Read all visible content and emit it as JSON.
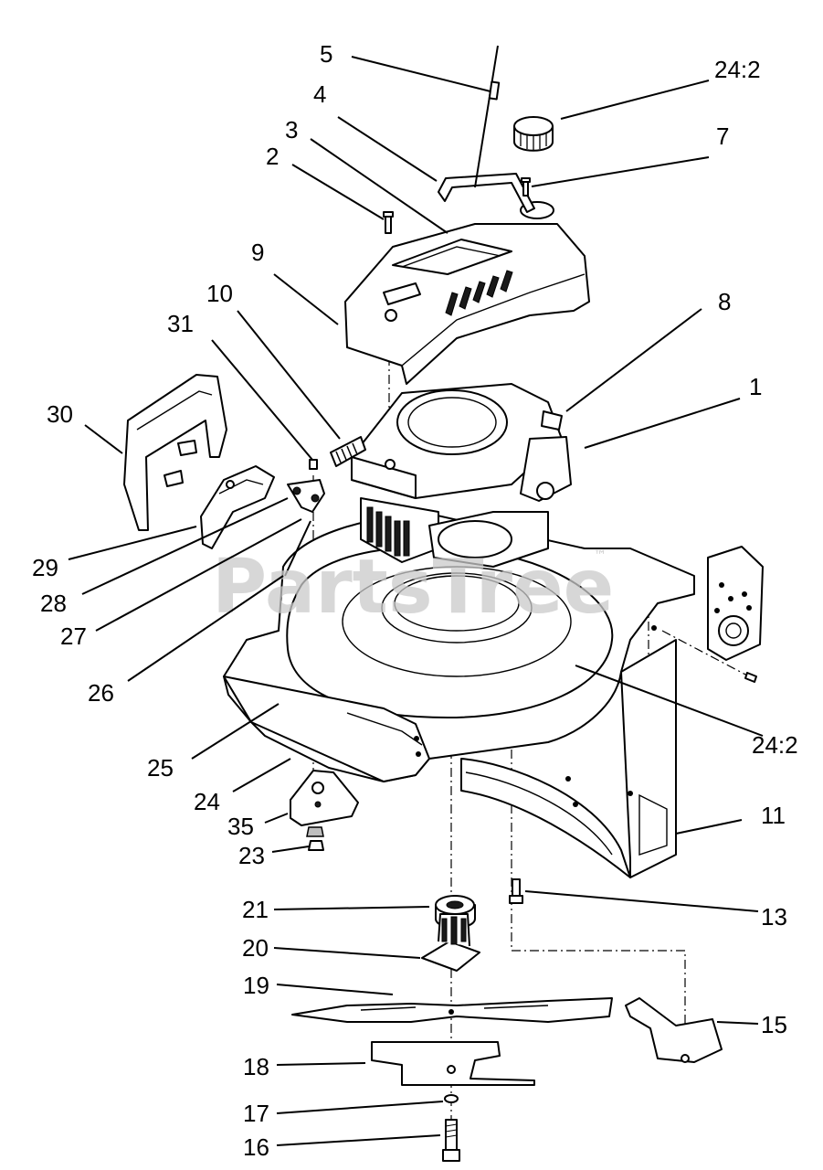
{
  "watermark": {
    "text": "PartsTree",
    "trademark": "™"
  },
  "callouts": [
    {
      "id": "c5",
      "label": "5"
    },
    {
      "id": "c4",
      "label": "4"
    },
    {
      "id": "c3",
      "label": "3"
    },
    {
      "id": "c2",
      "label": "2"
    },
    {
      "id": "c9",
      "label": "9"
    },
    {
      "id": "c24-2-top",
      "label": "24:2"
    },
    {
      "id": "c7",
      "label": "7"
    },
    {
      "id": "c8",
      "label": "8"
    },
    {
      "id": "c1",
      "label": "1"
    },
    {
      "id": "c10",
      "label": "10"
    },
    {
      "id": "c31",
      "label": "31"
    },
    {
      "id": "c30",
      "label": "30"
    },
    {
      "id": "c29",
      "label": "29"
    },
    {
      "id": "c28",
      "label": "28"
    },
    {
      "id": "c27",
      "label": "27"
    },
    {
      "id": "c26",
      "label": "26"
    },
    {
      "id": "c25",
      "label": "25"
    },
    {
      "id": "c24",
      "label": "24"
    },
    {
      "id": "c24-2-right",
      "label": "24:2"
    },
    {
      "id": "c35",
      "label": "35"
    },
    {
      "id": "c23",
      "label": "23"
    },
    {
      "id": "c11",
      "label": "11"
    },
    {
      "id": "c13",
      "label": "13"
    },
    {
      "id": "c21",
      "label": "21"
    },
    {
      "id": "c20",
      "label": "20"
    },
    {
      "id": "c19",
      "label": "19"
    },
    {
      "id": "c15",
      "label": "15"
    },
    {
      "id": "c18",
      "label": "18"
    },
    {
      "id": "c17",
      "label": "17"
    },
    {
      "id": "c16",
      "label": "16"
    }
  ]
}
